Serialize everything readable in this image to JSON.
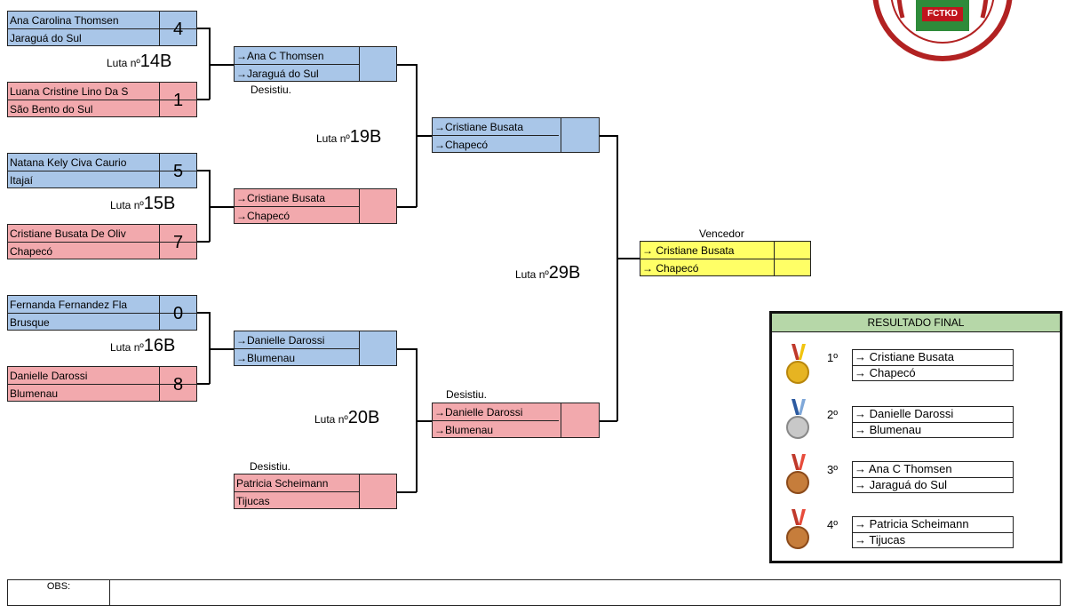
{
  "round1": [
    {
      "name": "Ana Carolina Thomsen",
      "city": "Jaraguá do Sul",
      "score": "4"
    },
    {
      "name": "Luana Cristine Lino Da S",
      "city": "São Bento do Sul",
      "score": "1"
    },
    {
      "name": "Natana Kely Civa Caurio",
      "city": "Itajaí",
      "score": "5"
    },
    {
      "name": "Cristiane Busata De Oliv",
      "city": "Chapecó",
      "score": "7"
    },
    {
      "name": "Fernanda Fernandez Fla",
      "city": "Brusque",
      "score": "0"
    },
    {
      "name": "Danielle Darossi",
      "city": "Blumenau",
      "score": "8"
    }
  ],
  "luta_prefix": "Luta nº",
  "lutas": {
    "l14": "14B",
    "l15": "15B",
    "l16": "16B",
    "l19": "19B",
    "l20": "20B",
    "l29": "29B"
  },
  "round2": [
    {
      "name": "→Ana C Thomsen",
      "city": "→Jaraguá do Sul"
    },
    {
      "name": "→Cristiane Busata",
      "city": "→Chapecó"
    },
    {
      "name": "→Danielle Darossi",
      "city": "→Blumenau"
    },
    {
      "name": "Patricia Scheimann",
      "city": "Tijucas"
    }
  ],
  "round3": [
    {
      "name": "→Cristiane Busata",
      "city": "→Chapecó"
    },
    {
      "name": "→Danielle Darossi",
      "city": "→Blumenau"
    }
  ],
  "notes": {
    "desistiu": "Desistiu."
  },
  "winner": {
    "label": "Vencedor",
    "name": "→ Cristiane Busata",
    "city": "→ Chapecó"
  },
  "final": {
    "title": "RESULTADO FINAL",
    "rows": [
      {
        "place": "1º",
        "name": "→ Cristiane Busata",
        "city": "→ Chapecó"
      },
      {
        "place": "2º",
        "name": "→ Danielle Darossi",
        "city": "→ Blumenau"
      },
      {
        "place": "3º",
        "name": "→ Ana C Thomsen",
        "city": "→ Jaraguá do Sul"
      },
      {
        "place": "4º",
        "name": "→ Patricia Scheimann",
        "city": "→ Tijucas"
      }
    ]
  },
  "logo_text": "FCTKD",
  "obs_label": "OBS:",
  "colors": {
    "blue": "#a9c6e8",
    "pink": "#f2a9ad",
    "yellow": "#ffff66",
    "header_green": "#b6d7a8"
  }
}
